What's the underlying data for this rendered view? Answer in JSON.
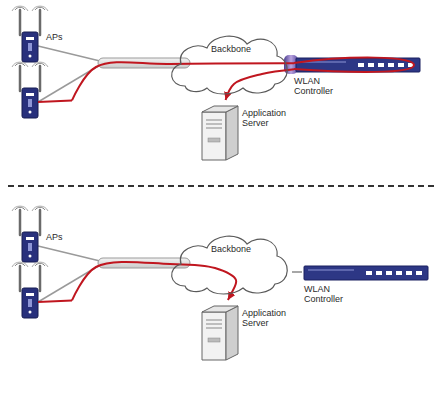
{
  "diagram": {
    "nodes": [
      {
        "text": [
          "APs"
        ]
      },
      {
        "text": [
          "Backbone"
        ]
      },
      {
        "text": [
          "WLAN Controller"
        ]
      },
      {
        "text": [
          "Application Server"
        ]
      },
      {
        "text": [
          "APs"
        ]
      },
      {
        "text": [
          "Backbone"
        ]
      },
      {
        "text": [
          "WLAN Controller"
        ]
      },
      {
        "text": [
          "Application Server"
        ]
      }
    ],
    "edges": [
      {
        "from": 0,
        "to": 2,
        "arrow": "none"
      },
      {
        "from": 2,
        "to": 3,
        "arrow": "to"
      },
      {
        "from": 4,
        "to": 7,
        "arrow": "to"
      },
      {
        "from": 5,
        "to": 6,
        "arrow": "none"
      }
    ]
  }
}
